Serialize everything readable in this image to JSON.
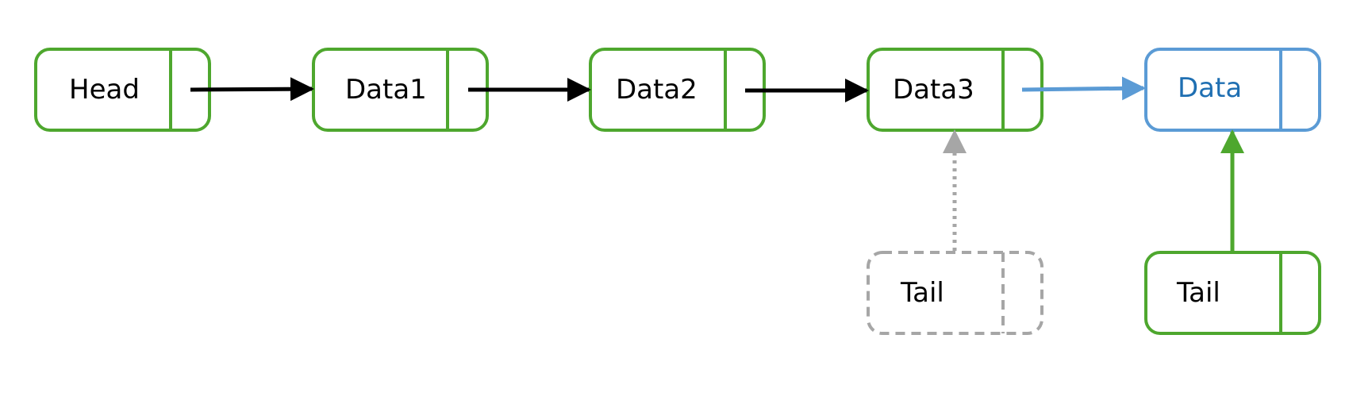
{
  "colors": {
    "node_border": "#4ea72e",
    "new_node_border": "#5b9bd5",
    "new_node_text": "#1f6fb2",
    "old_tail_border": "#a6a6a6",
    "text": "#000000",
    "arrow_black": "#000000",
    "arrow_blue": "#5b9bd5",
    "arrow_green": "#4ea72e",
    "arrow_gray": "#a6a6a6"
  },
  "nodes": {
    "head": {
      "label": "Head"
    },
    "data1": {
      "label": "Data1"
    },
    "data2": {
      "label": "Data2"
    },
    "data3": {
      "label": "Data3"
    },
    "new_data": {
      "label": "Data"
    },
    "old_tail": {
      "label": "Tail"
    },
    "new_tail": {
      "label": "Tail"
    }
  }
}
